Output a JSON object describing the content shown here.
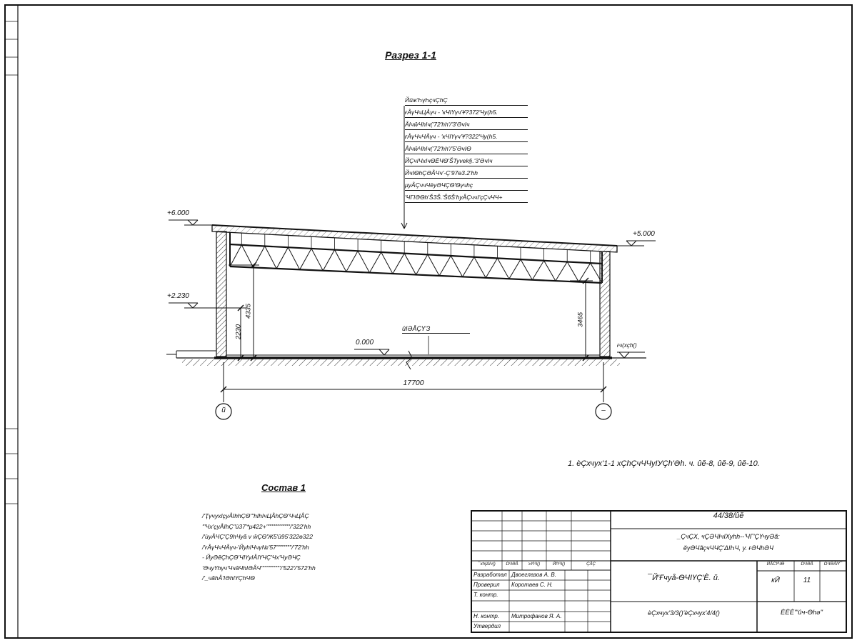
{
  "drawing": {
    "title": "Разрез 1-1",
    "note": "1. èÇхчух'1-1 хÇhÇчЧЧуIУÇh'Әh. ч. ûĕ-8, ûĕ-9, ûĕ-10.",
    "floor_label": "ûIӘÅÇҮ'З",
    "ground_label": "ғч(хçh()",
    "elevations": {
      "roof_left": "+6.000",
      "roof_right": "+5.000",
      "mid": "+2.230",
      "zero": "0.000"
    },
    "dimensions": {
      "h_total": "17700",
      "v_left_inner": "2230",
      "v_left_outer": "4335",
      "v_right": "3465"
    },
    "axes": {
      "left": "й",
      "right": "–"
    }
  },
  "callouts": {
    "items": [
      "Йüж'ҺүҺçчÇhÇ",
      "ғÅүЧчЦÅүч - 'кЧIҮүч'Ұ?372'Чу(h5.",
      "ÅIчŵЧhIч('72'hh'/'3'ӘчIч",
      "ғÅүЧчЧÅүч - 'кЧIҮүч'Ұ?322'Чу(h5.",
      "ÅIчŵЧhIч('72'hh'/'5'ӘчIѲ",
      "ЙÇчIЧхIчѲЁЧѲ'ŠTyvek§.'3'ӘчIч",
      "ЙчIѲhÇӘÅЧч'-Ç'97ө3.2'hh",
      "μуÅÇччЧёуӘЧÇѲ'Ѳүчhç",
      "'ЧГІӘѲh'Š3Š.'Š6Š'hуÅÇччI'çÇчЧЧ+"
    ]
  },
  "sostav": {
    "title": "Состав 1",
    "lines": [
      "/'ҬүчухIçуÅIhhÇѲ'\"һIһIчЦÅhÇѲ'ЧчЦÅÇ",
      "'\"Чх'çуÅIhÇ\"ū37'*μ422+'\"\"\"\"\"\"\"\"\"\"'/'322'hh",
      "/'ùуÅЧÇ'Ç9hЧуã v ŵÇѲ'Ж5'ū95'322ө322",
      "/'ғÅүЧчЧÅүч-'ЙуhIЧчү№'57'\"\"\"\"\"\"'/'72'hh",
      "- ЙуӘĕÇhÇѲ'ЧIҮуIÅIҮЧÇ'Чх'ЧуӘЧÇ",
      "'ӘчуҮhүч'ЧчãЧhIӘÅЧ'\"\"\"\"\"\"\"\"'/'522'/'572'hh",
      "/'_чãhÅ'ІӘhIҮÇhЧѲ"
    ]
  },
  "titleblock": {
    "doc_number": "44/38/ûĕ",
    "project_line1": "_ÇчÇХ, чÇӘЧIчIХуhh--'ЧГ'ÇҮчуӘã:",
    "project_line2": "ĕуӘЧãçчЧЧÇ'ΔІҺЧ, у. ғӘЧhӘЧ",
    "col_headers": [
      "¯хh(ΔIч()",
      "ΩЧӘÅ",
      "≥ҮIЧ()",
      "ЙIҮЧ()",
      "ÇÅÇ"
    ],
    "roles": [
      {
        "role": "Разработал",
        "name": "Двоеглазов А. В."
      },
      {
        "role": "Проверил",
        "name": "Коротаев С. Н."
      },
      {
        "role": "Т. контр.",
        "name": ""
      },
      {
        "role": "Н. контр.",
        "name": "Митрофанов Я. А."
      },
      {
        "role": "Утвердил",
        "name": ""
      }
    ],
    "sheet_title": "¯Й'Ғчуå-ѲЧIҮÇ'È. ŭ.",
    "stage_headers": [
      "ЙÅСҮЧѲ",
      "ΩЧӘÅ",
      "ΩЧӘÅIҮ¯"
    ],
    "stage": "кЙ",
    "sheet_number": "11",
    "sections_note": "èÇхчух'3/3()'èÇхчух'4/4()",
    "company": "ÈÈÈ'\"ûч-Ѳhә\""
  }
}
